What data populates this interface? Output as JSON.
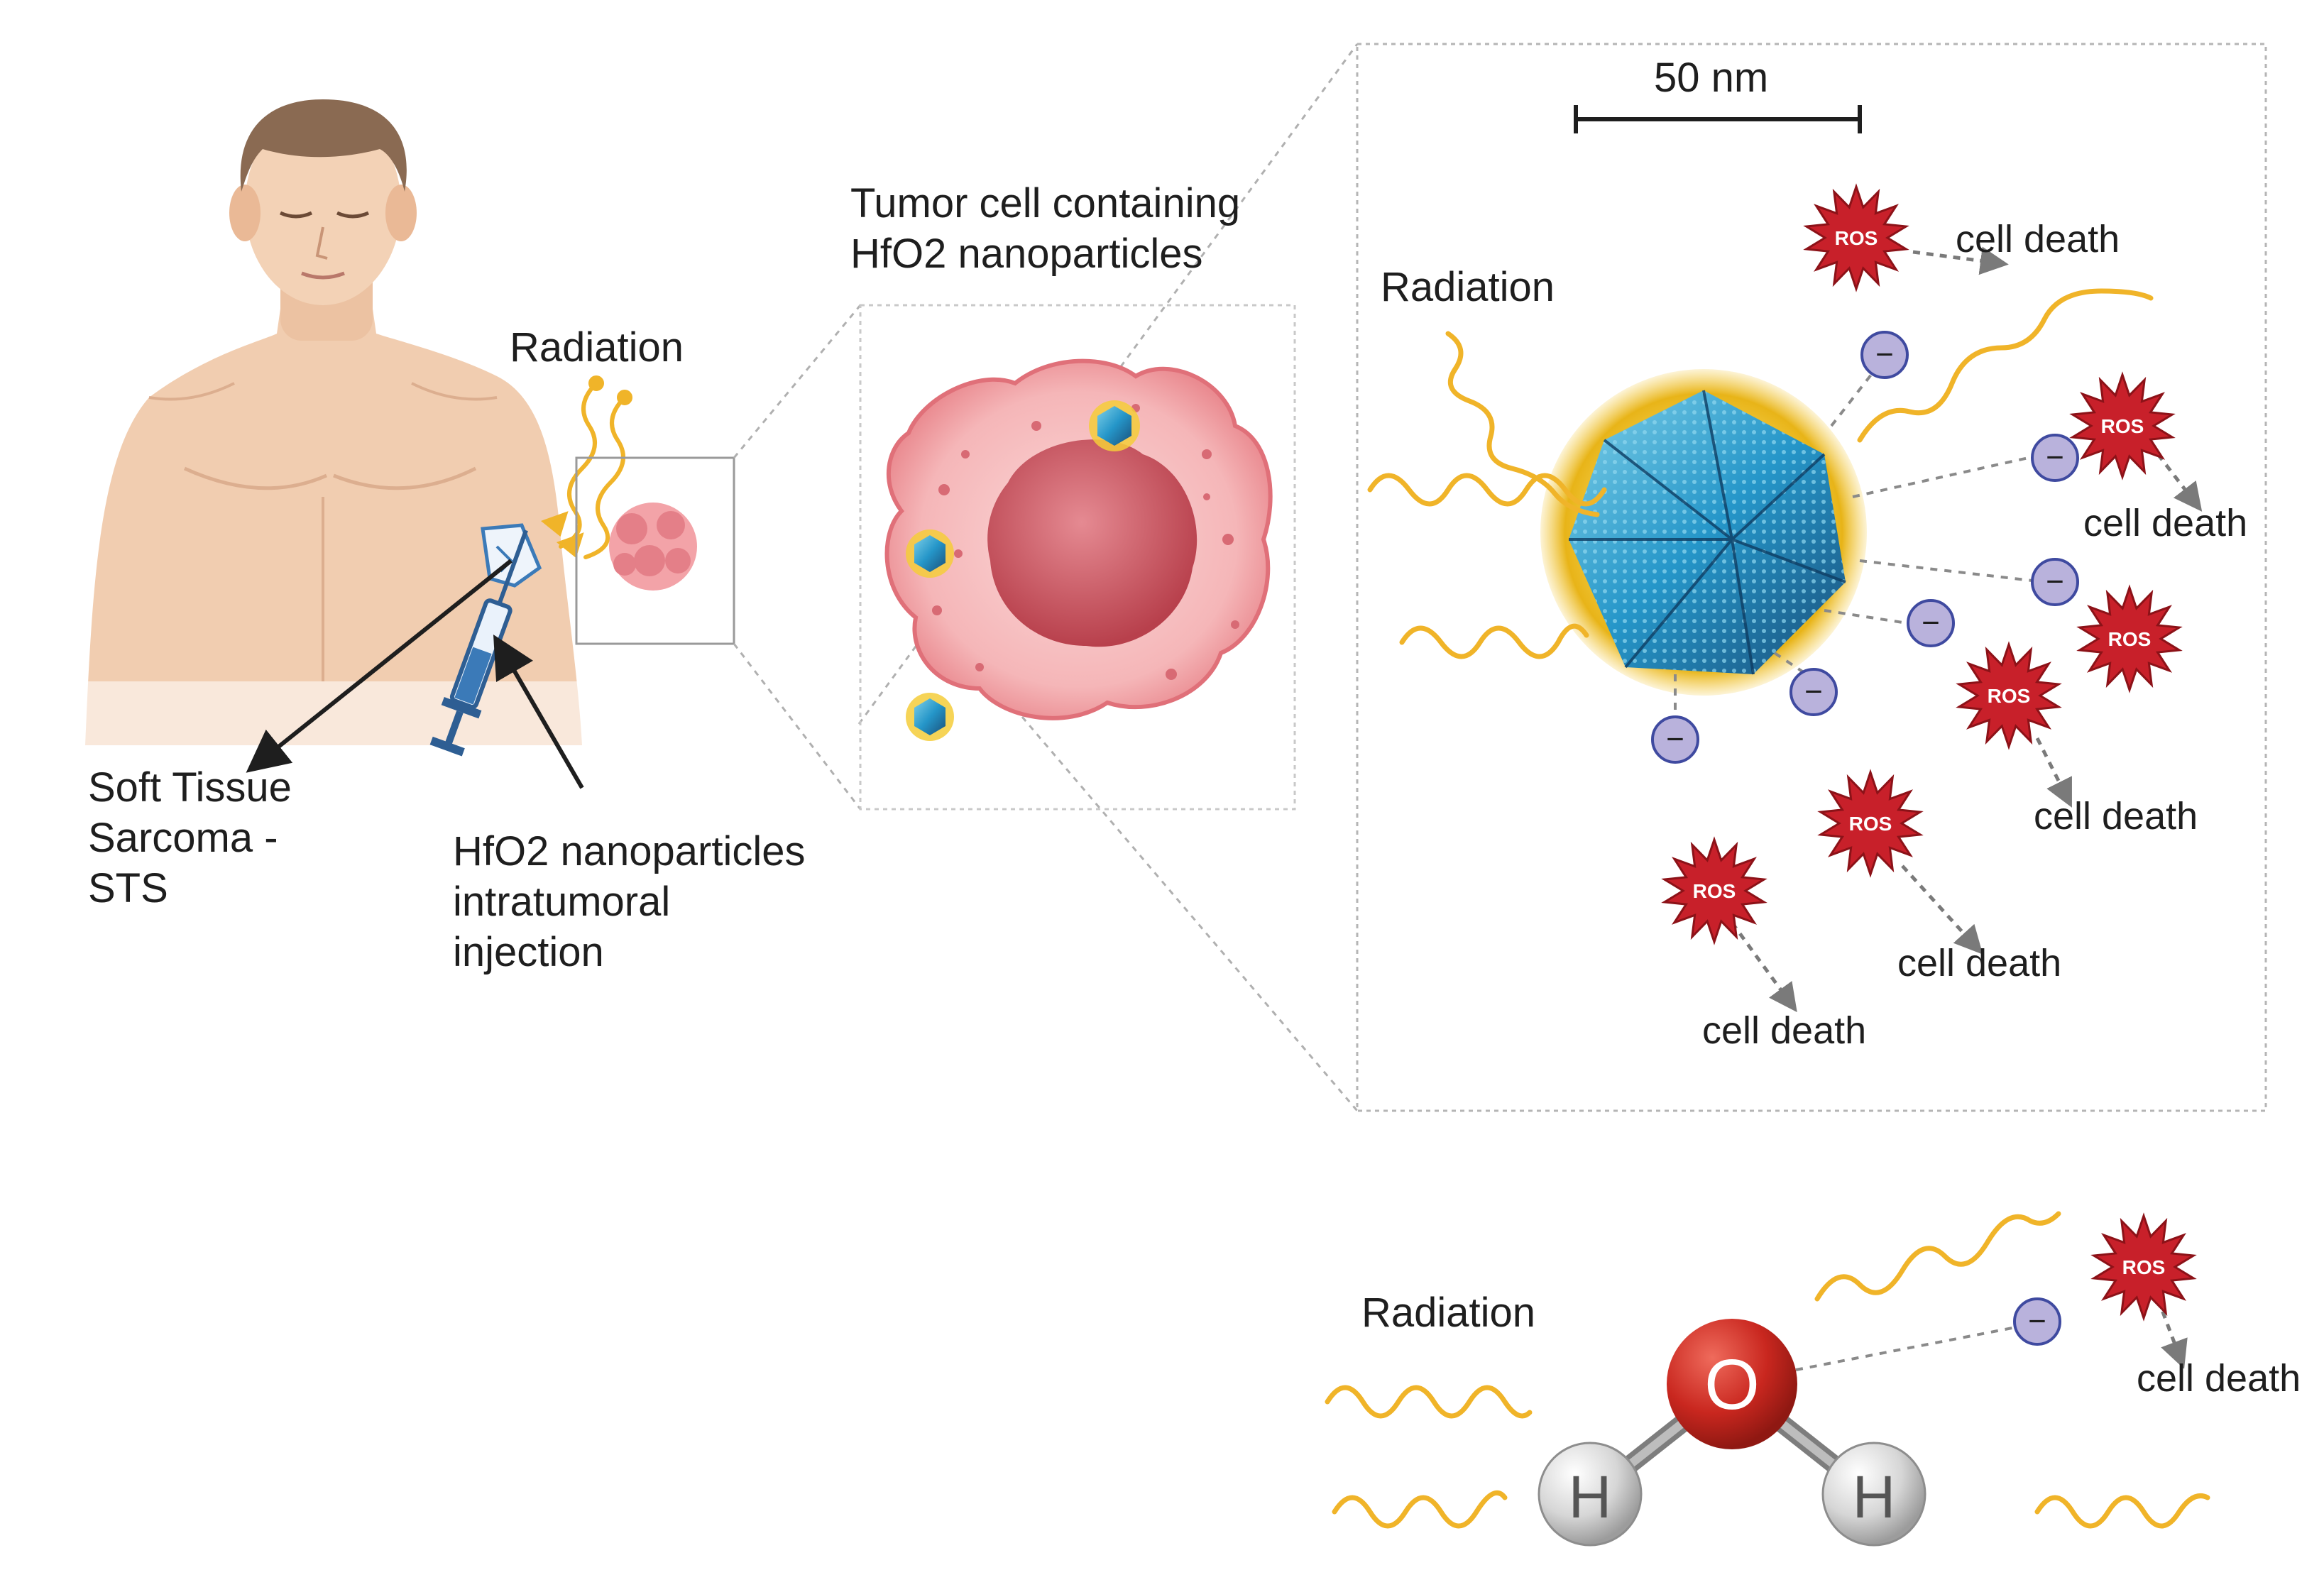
{
  "labels": {
    "radiation": "Radiation",
    "sarcoma": [
      "Soft Tissue",
      "Sarcoma -",
      "STS"
    ],
    "injection": [
      "HfO2 nanoparticles",
      "intratumoral",
      "injection"
    ],
    "tumor_cell": [
      "Tumor cell containing",
      "HfO2 nanoparticles"
    ],
    "scale_bar": "50 nm",
    "cell_death": "cell death",
    "ros": "ROS",
    "electron": "−",
    "oxygen": "O",
    "hydrogen": "H"
  },
  "colors": {
    "radiation_wave": "#f0b429",
    "ros_star": "#c8202a",
    "electron": "#b9b2dc",
    "electron_stroke": "#3f4aa0",
    "oxygen": "#c9271f",
    "hydrogen": "#d6d6d6",
    "skin": "#f1cdb0",
    "hair": "#8a6a52",
    "tumor": "#f2a7ab",
    "nucleus": "#c9505c",
    "nanoparticle": "#2a9fd0",
    "arrow": "#7a7a7a"
  }
}
